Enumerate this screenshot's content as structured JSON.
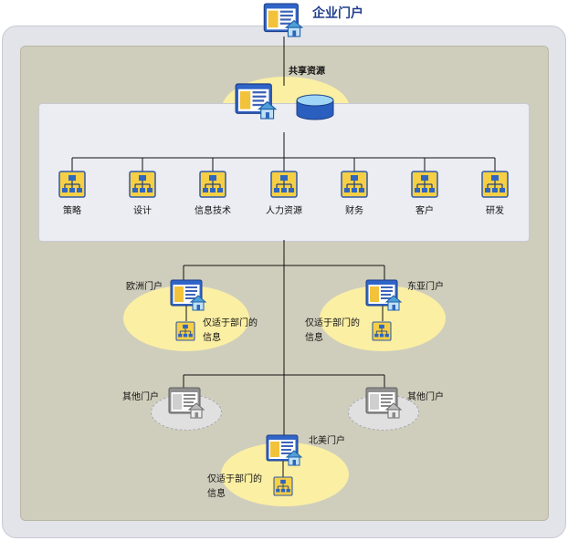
{
  "enterprise_portal": {
    "label": "企业门户"
  },
  "shared_resources": {
    "label": "共享资源"
  },
  "departments": [
    {
      "label": "策略"
    },
    {
      "label": "设计"
    },
    {
      "label": "信息技术"
    },
    {
      "label": "人力资源"
    },
    {
      "label": "财务"
    },
    {
      "label": "客户"
    },
    {
      "label": "研发"
    }
  ],
  "regional_portals": {
    "europe": {
      "label": "欧洲门户",
      "info": "仅适于部门的信息"
    },
    "east_asia": {
      "label": "东亚门户",
      "info": "仅适于部门的信息"
    },
    "north_america": {
      "label": "北美门户",
      "info": "仅适于部门的信息"
    },
    "other_left": {
      "label": "其他门户"
    },
    "other_right": {
      "label": "其他门户"
    }
  },
  "colors": {
    "title": "#1f3e8c",
    "portal_ellipse": "#fbefa4",
    "other_ellipse": "#e0e0e0",
    "outer_panel": "#e3e4ea",
    "inner_panel": "#cfcebc"
  }
}
